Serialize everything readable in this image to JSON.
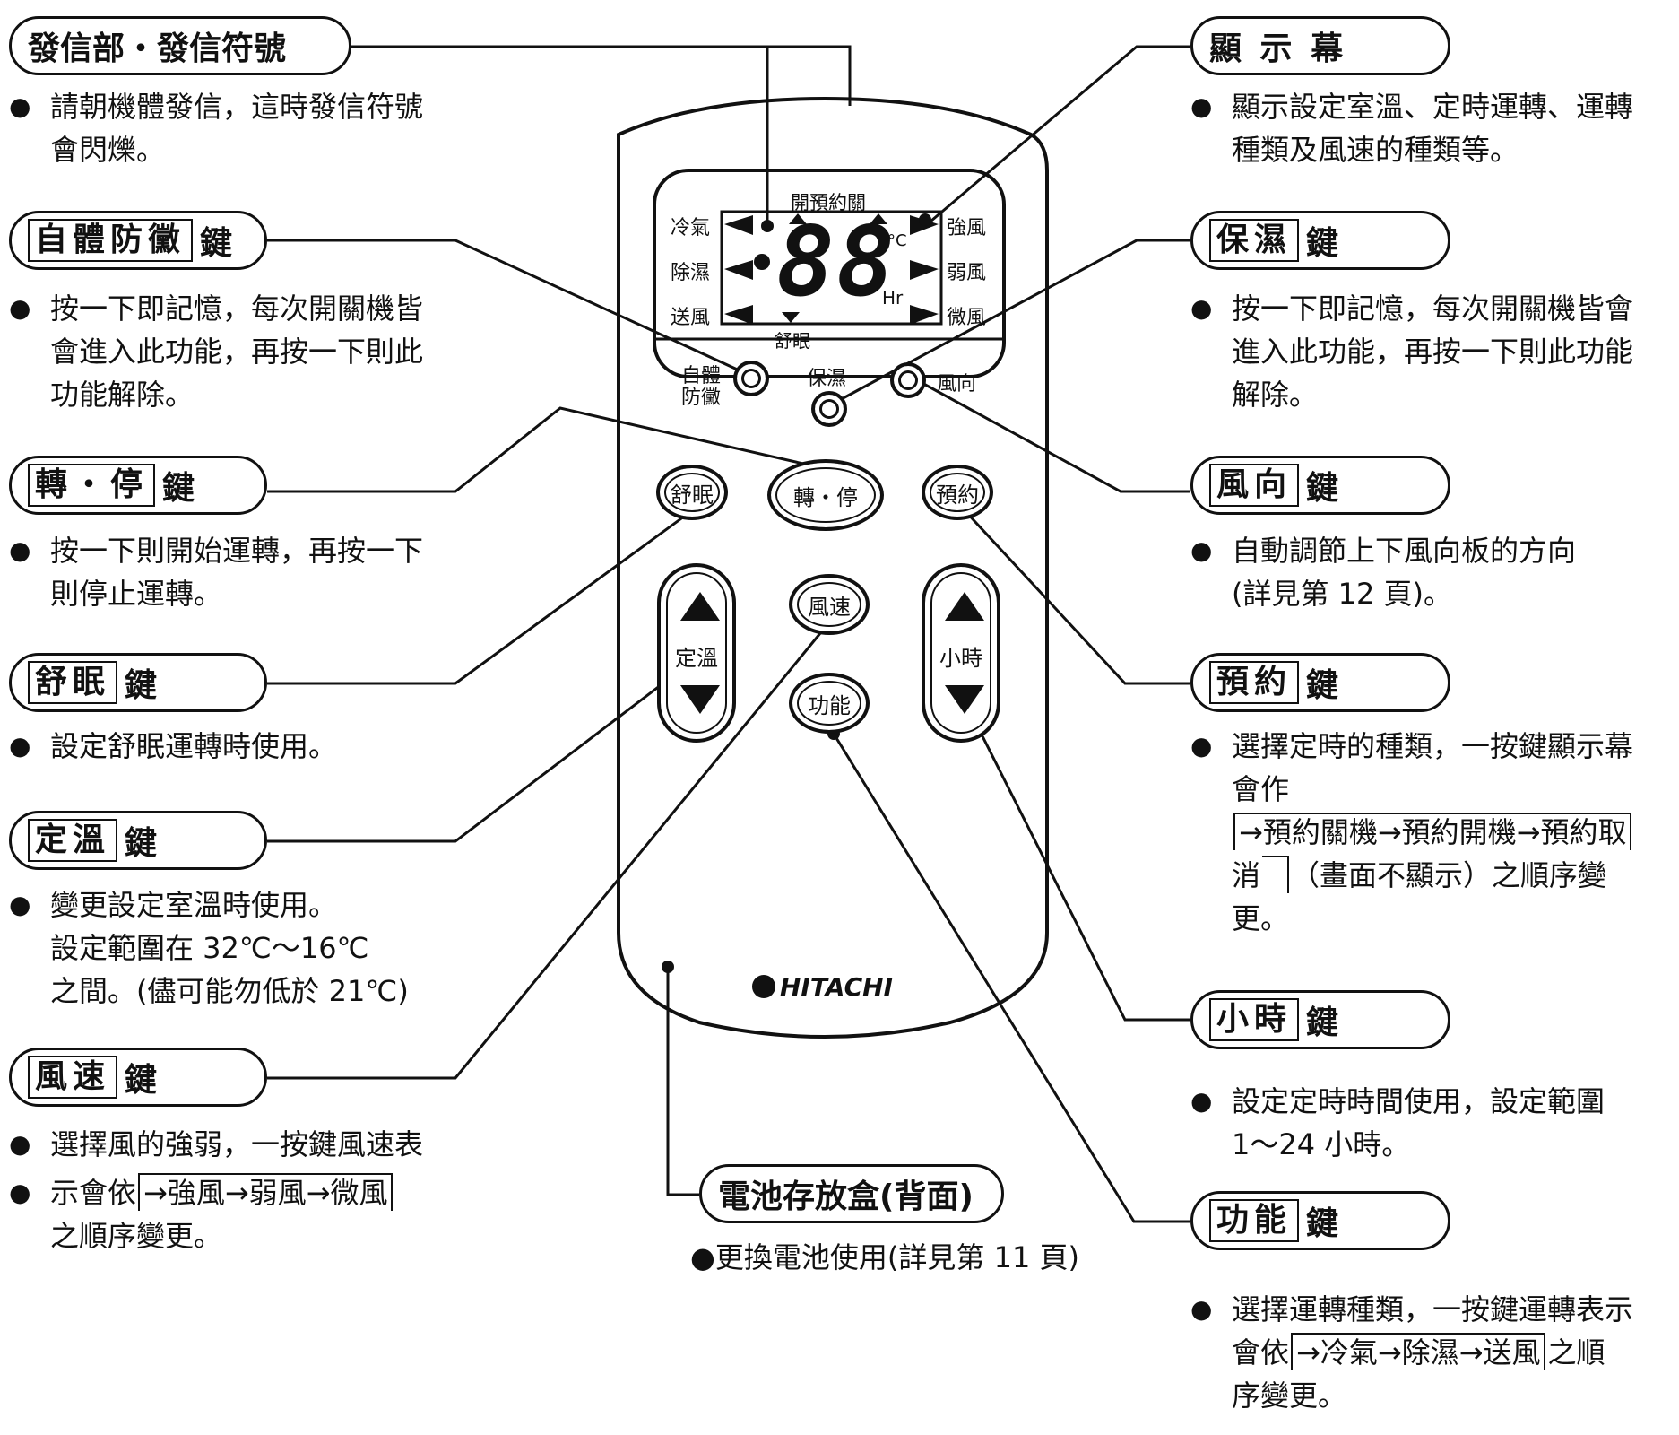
{
  "callouts": {
    "emitter": {
      "title": "發信部・發信符號",
      "desc": [
        "請朝機體發信，這時發信符號",
        "會閃爍。"
      ]
    },
    "self_protect": {
      "boxed": "自體防黴",
      "suffix": "鍵",
      "desc": [
        "按一下即記憶，每次開關機皆",
        "會進入此功能，再按一下則此",
        "功能解除。"
      ]
    },
    "run_stop": {
      "boxed": "轉・停",
      "suffix": "鍵",
      "desc": [
        "按一下則開始運轉，再按一下",
        "則停止運轉。"
      ]
    },
    "sleep": {
      "boxed": "舒眠",
      "suffix": "鍵",
      "desc": [
        "設定舒眠運轉時使用。"
      ]
    },
    "temp": {
      "boxed": "定溫",
      "suffix": "鍵",
      "desc": [
        "變更設定室溫時使用。",
        "設定範圍在 32℃～16℃",
        "之間。(儘可能勿低於 21℃)"
      ]
    },
    "fan_speed": {
      "boxed": "風速",
      "suffix": "鍵",
      "desc1": "選擇風的強弱，一按鍵風速表",
      "desc2_prefix": "示會依",
      "desc2_seq": "→強風→弱風→微風",
      "desc3": "之順序變更。"
    },
    "display": {
      "title": "顯 示 幕",
      "desc": [
        "顯示設定室溫、定時運轉、運轉",
        "種類及風速的種類等。"
      ]
    },
    "humidity": {
      "boxed": "保濕",
      "suffix": "鍵",
      "desc": [
        "按一下即記憶，每次開關機皆會",
        "進入此功能，再按一下則此功能",
        "解除。"
      ]
    },
    "direction": {
      "boxed": "風向",
      "suffix": "鍵",
      "desc": [
        "自動調節上下風向板的方向",
        "(詳見第 12 頁)。"
      ]
    },
    "reserve": {
      "boxed": "預約",
      "suffix": "鍵",
      "desc1": "選擇定時的種類，一按鍵顯示幕",
      "desc2": "會作",
      "desc3": "→預約關機→預約開機→預約取",
      "desc4_prefix": "消",
      "desc4_suffix": "（畫面不顯示）之順序變",
      "desc5": "更。"
    },
    "hour": {
      "boxed": "小時",
      "suffix": "鍵",
      "desc": [
        "設定定時時間使用，設定範圍",
        "1～24 小時。"
      ]
    },
    "function": {
      "boxed": "功能",
      "suffix": "鍵",
      "desc1": "選擇運轉種類，一按鍵運轉表示",
      "desc2_prefix": "會依",
      "desc2_seq": "→冷氣→除濕→送風",
      "desc2_suffix": "之順",
      "desc3": "序變更。"
    },
    "battery": {
      "title": "電池存放盒(背面)",
      "desc": "●更換電池使用(詳見第 11 頁)"
    }
  },
  "remote": {
    "brand": "HITACHI",
    "lcd": {
      "top": "開預約關",
      "left_modes": [
        "冷氣",
        "除濕",
        "送風"
      ],
      "right_modes": [
        "強風",
        "弱風",
        "微風"
      ],
      "digits": "88",
      "unit_c": "°C",
      "unit_hr": "Hr",
      "sleep": "舒眠"
    },
    "buttons": {
      "self_protect": "自體防黴",
      "humidity": "保濕",
      "direction": "風向",
      "sleep": "舒眠",
      "run_stop": "轉・停",
      "reserve": "預約",
      "fan_speed": "風速",
      "function": "功能",
      "temp": "定溫",
      "hour": "小時"
    }
  }
}
